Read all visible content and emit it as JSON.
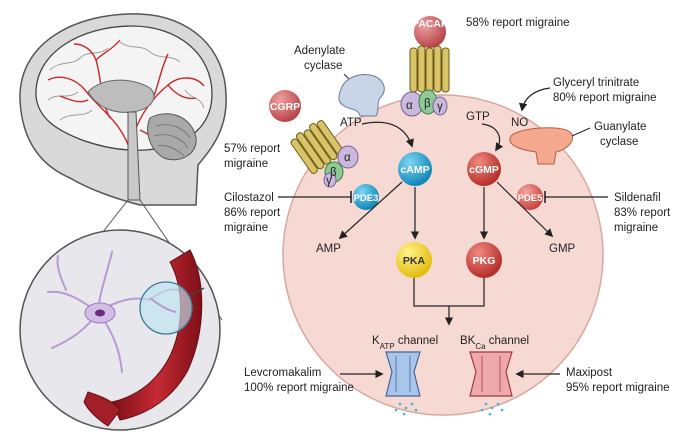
{
  "molecules": {
    "pacap": "PACAP",
    "cgrp": "CGRP",
    "camp": "cAMP",
    "cgmp": "cGMP",
    "pde3": "PDE3",
    "pde5": "PDE5",
    "pka": "PKA",
    "pkg": "PKG",
    "atp": "ATP",
    "gtp": "GTP",
    "no": "NO",
    "amp": "AMP",
    "gmp": "GMP"
  },
  "subunits": {
    "alpha": "α",
    "beta": "β",
    "gamma": "γ"
  },
  "enzymes": {
    "adenylate_cyclase": [
      "Adenylate",
      "cyclase"
    ],
    "guanylate_cyclase": [
      "Guanylate",
      "cyclase"
    ]
  },
  "drugs": {
    "pacap_report": "58% report migraine",
    "cgrp_report": [
      "57% report",
      "migraine"
    ],
    "cilostazol": [
      "Cilostazol",
      "86% report",
      "migraine"
    ],
    "gtn": [
      "Glyceryl trinitrate",
      "80% report migraine"
    ],
    "sildenafil": [
      "Sildenafil",
      "83% report",
      "migraine"
    ],
    "levcromakalim": [
      "Levcromakalim",
      "100% report migraine"
    ],
    "maxipost": [
      "Maxipost",
      "95% report migraine"
    ]
  },
  "channels": {
    "katp_main": "K",
    "katp_sub": "ATP",
    "katp_suffix": " channel",
    "bkca_main": "BK",
    "bkca_sub": "Ca",
    "bkca_suffix": " channel"
  },
  "colors": {
    "cell": "#f6d9d3",
    "cell_stroke": "#d9a79e",
    "camp": "#1aa7d9",
    "cgmp": "#c8433b",
    "pka": "#f2d21c",
    "pkg": "#e0463d",
    "peptide": "#c9545a",
    "receptor": "#d8c26a",
    "cyclase": "#c8d4e8",
    "guanylate": "#f4a98f",
    "vessel": "#b3202a"
  }
}
